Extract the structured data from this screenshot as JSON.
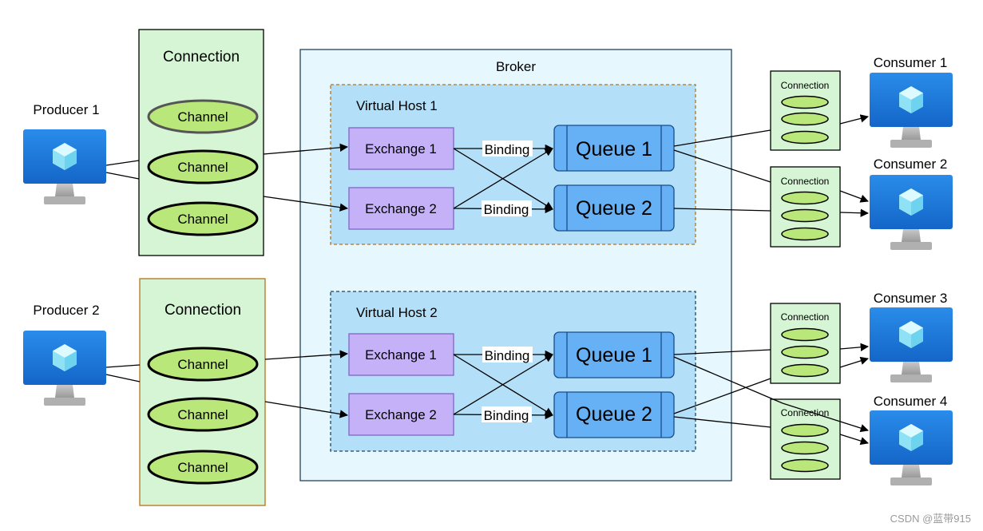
{
  "producers": [
    {
      "label": "Producer 1"
    },
    {
      "label": "Producer 2"
    }
  ],
  "producer_connections": [
    {
      "label": "Connection",
      "channels": [
        "Channel",
        "Channel",
        "Channel"
      ]
    },
    {
      "label": "Connection",
      "channels": [
        "Channel",
        "Channel",
        "Channel"
      ]
    }
  ],
  "broker": {
    "label": "Broker",
    "vhosts": [
      {
        "label": "Virtual Host 1",
        "exchanges": [
          "Exchange 1",
          "Exchange 2"
        ],
        "bindings": [
          "Binding",
          "Binding"
        ],
        "queues": [
          "Queue 1",
          "Queue 2"
        ]
      },
      {
        "label": "Virtual Host 2",
        "exchanges": [
          "Exchange 1",
          "Exchange 2"
        ],
        "bindings": [
          "Binding",
          "Binding"
        ],
        "queues": [
          "Queue 1",
          "Queue 2"
        ]
      }
    ]
  },
  "consumer_connections": [
    {
      "label": "Connection"
    },
    {
      "label": "Connection"
    },
    {
      "label": "Connection"
    },
    {
      "label": "Connection"
    }
  ],
  "consumers": [
    {
      "label": "Consumer 1"
    },
    {
      "label": "Consumer 2"
    },
    {
      "label": "Consumer 3"
    },
    {
      "label": "Consumer 4"
    }
  ],
  "watermark": "CSDN @蓝带915",
  "icon": "monitor-cube-icon",
  "colors": {
    "connection_fill": "#d5f5d5",
    "channel_fill": "#b9e77a",
    "broker_fill": "#e6f7fe",
    "vhost_fill": "#b3e0f8",
    "exchange_fill": "#c5b1f8",
    "queue_fill": "#66b0f5",
    "monitor_blue": "#1a78d6"
  }
}
